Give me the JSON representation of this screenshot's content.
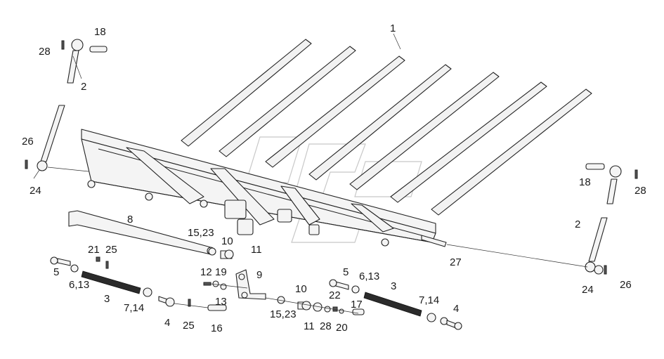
{
  "callouts": {
    "c1": "1",
    "c2a": "2",
    "c2b": "2",
    "c3a": "3",
    "c3b": "3",
    "c4a": "4",
    "c4b": "4",
    "c5a": "5",
    "c5b": "5",
    "c613a": "6,13",
    "c613b": "6,13",
    "c714a": "7,14",
    "c714b": "7,14",
    "c8": "8",
    "c9": "9",
    "c10a": "10",
    "c10b": "10",
    "c11a": "11",
    "c11b": "11",
    "c12": "12",
    "c13": "13",
    "c1523a": "15,23",
    "c1523b": "15,23",
    "c16": "16",
    "c17": "17",
    "c18a": "18",
    "c18b": "18",
    "c19": "19",
    "c20": "20",
    "c21": "21",
    "c22": "22",
    "c24a": "24",
    "c24b": "24",
    "c25a": "25",
    "c25b": "25",
    "c26a": "26",
    "c26b": "26",
    "c27": "27",
    "c28a": "28",
    "c28b": "28",
    "c28c": "28"
  }
}
